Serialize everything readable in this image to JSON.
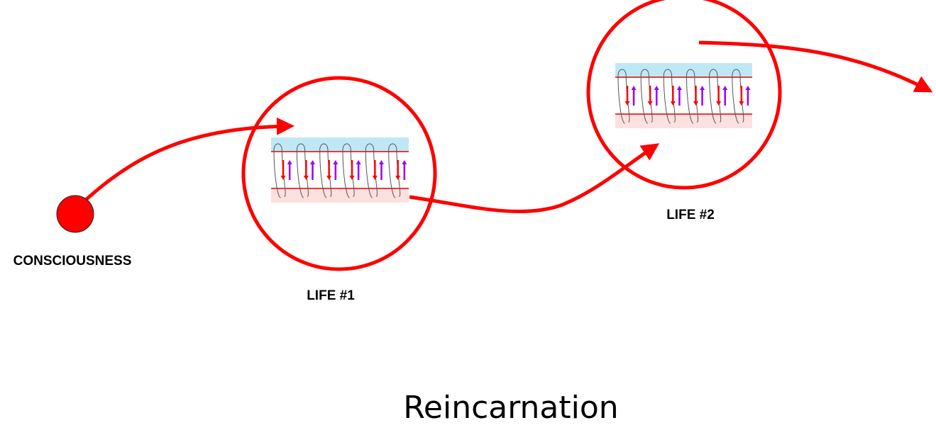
{
  "diagram": {
    "title": "Reincarnation",
    "source_node": {
      "label": "CONSCIOUSNESS",
      "color": "#ff0000"
    },
    "lives": [
      {
        "label": "LIFE #1",
        "wave_cycles": 6,
        "arrow_pairs": 6
      },
      {
        "label": "LIFE #2",
        "wave_cycles": 6,
        "arrow_pairs": 6
      }
    ],
    "colors": {
      "path": "#ff0000",
      "circle": "#ff0000",
      "top_band": "#bfe8f6",
      "bottom_band": "#fde0e0",
      "band_line": "#e00000",
      "down_arrow": "#ff0000",
      "up_arrow": "#9900ff",
      "wave": "#555555"
    }
  }
}
